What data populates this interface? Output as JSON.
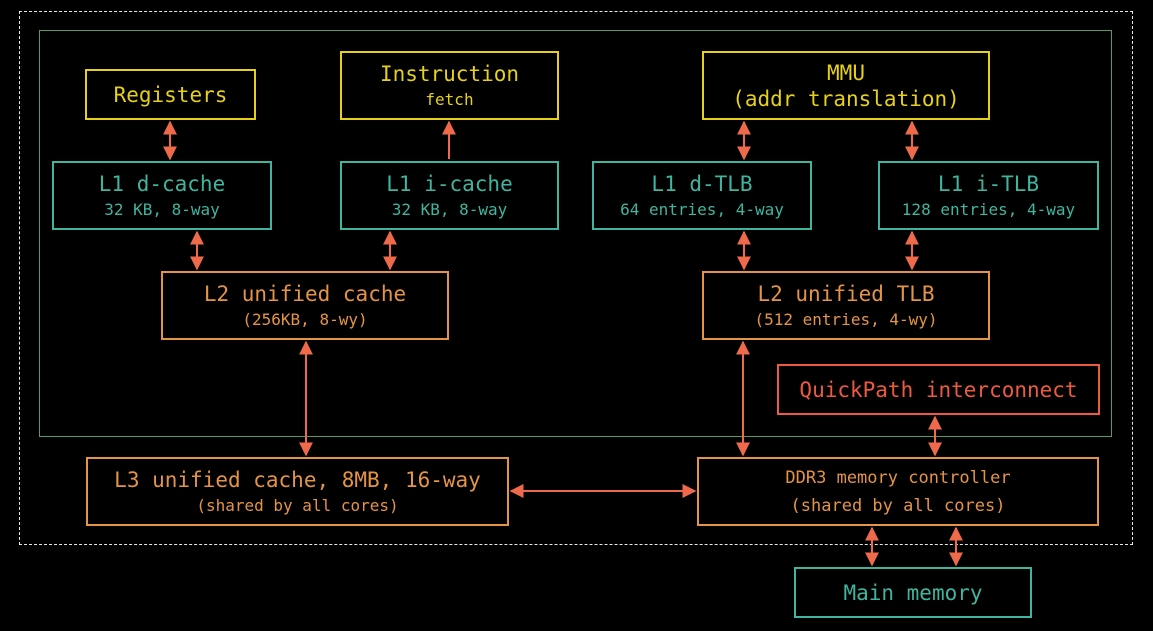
{
  "boxes": {
    "registers": {
      "title": "Registers"
    },
    "instruction_fetch": {
      "title": "Instruction",
      "sub": "fetch"
    },
    "mmu": {
      "title": "MMU",
      "sub": "(addr translation)"
    },
    "l1_dcache": {
      "title": "L1 d-cache",
      "sub": "32 KB, 8-way"
    },
    "l1_icache": {
      "title": "L1 i-cache",
      "sub": "32 KB, 8-way"
    },
    "l1_dtlb": {
      "title": "L1 d-TLB",
      "sub": "64 entries, 4-way"
    },
    "l1_itlb": {
      "title": "L1 i-TLB",
      "sub": "128 entries, 4-way"
    },
    "l2_cache": {
      "title": "L2 unified cache",
      "sub": "(256KB, 8-wy)"
    },
    "l2_tlb": {
      "title": "L2 unified TLB",
      "sub": "(512 entries, 4-wy)"
    },
    "quickpath": {
      "title": "QuickPath interconnect"
    },
    "l3_cache": {
      "title": "L3 unified cache, 8MB, 16-way",
      "sub": "(shared by all cores)"
    },
    "ddr3": {
      "title": "DDR3 memory controller",
      "sub": "(shared by all cores)"
    },
    "main_memory": {
      "title": "Main memory"
    }
  },
  "colors": {
    "processor_units": "#e6d118",
    "level1": "#3fb5a0",
    "level2_3": "#e59446",
    "interconnect": "#ee5a40",
    "arrows": "#ee6a4a",
    "core_border": "#5a9a64",
    "package_border": "#e8e8e8"
  }
}
